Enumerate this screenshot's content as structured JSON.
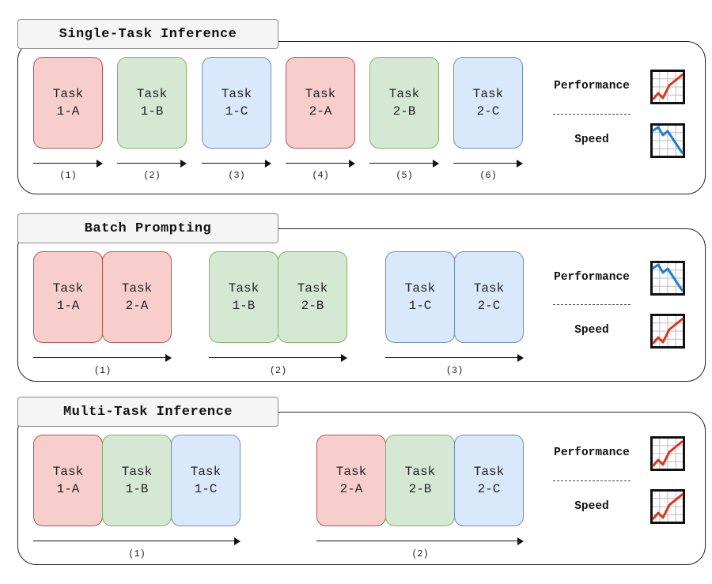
{
  "sections": [
    {
      "title": "Single-Task Inference",
      "tasks": [
        {
          "line1": "Task",
          "line2": "1-A",
          "color": "red"
        },
        {
          "line1": "Task",
          "line2": "1-B",
          "color": "green"
        },
        {
          "line1": "Task",
          "line2": "1-C",
          "color": "blue"
        },
        {
          "line1": "Task",
          "line2": "2-A",
          "color": "red"
        },
        {
          "line1": "Task",
          "line2": "2-B",
          "color": "green"
        },
        {
          "line1": "Task",
          "line2": "2-C",
          "color": "blue"
        }
      ],
      "steps": [
        "(1)",
        "(2)",
        "(3)",
        "(4)",
        "(5)",
        "(6)"
      ],
      "metrics": {
        "performance": "Performance",
        "speed": "Speed",
        "performance_trend": "up",
        "speed_trend": "down"
      }
    },
    {
      "title": "Batch Prompting",
      "tasks": [
        {
          "line1": "Task",
          "line2": "1-A",
          "color": "red"
        },
        {
          "line1": "Task",
          "line2": "2-A",
          "color": "red"
        },
        {
          "line1": "Task",
          "line2": "1-B",
          "color": "green"
        },
        {
          "line1": "Task",
          "line2": "2-B",
          "color": "green"
        },
        {
          "line1": "Task",
          "line2": "1-C",
          "color": "blue"
        },
        {
          "line1": "Task",
          "line2": "2-C",
          "color": "blue"
        }
      ],
      "steps": [
        "(1)",
        "(2)",
        "(3)"
      ],
      "metrics": {
        "performance": "Performance",
        "speed": "Speed",
        "performance_trend": "down",
        "speed_trend": "up"
      }
    },
    {
      "title": "Multi-Task Inference",
      "tasks": [
        {
          "line1": "Task",
          "line2": "1-A",
          "color": "red"
        },
        {
          "line1": "Task",
          "line2": "1-B",
          "color": "green"
        },
        {
          "line1": "Task",
          "line2": "1-C",
          "color": "blue"
        },
        {
          "line1": "Task",
          "line2": "2-A",
          "color": "red"
        },
        {
          "line1": "Task",
          "line2": "2-B",
          "color": "green"
        },
        {
          "line1": "Task",
          "line2": "2-C",
          "color": "blue"
        }
      ],
      "steps": [
        "(1)",
        "(2)"
      ],
      "metrics": {
        "performance": "Performance",
        "speed": "Speed",
        "performance_trend": "up",
        "speed_trend": "up"
      }
    }
  ],
  "colors": {
    "red_fill": "#f8cecc",
    "green_fill": "#d5e8d4",
    "blue_fill": "#dae8fc",
    "trend_up": "#e0341c",
    "trend_down": "#1f7fd6"
  }
}
